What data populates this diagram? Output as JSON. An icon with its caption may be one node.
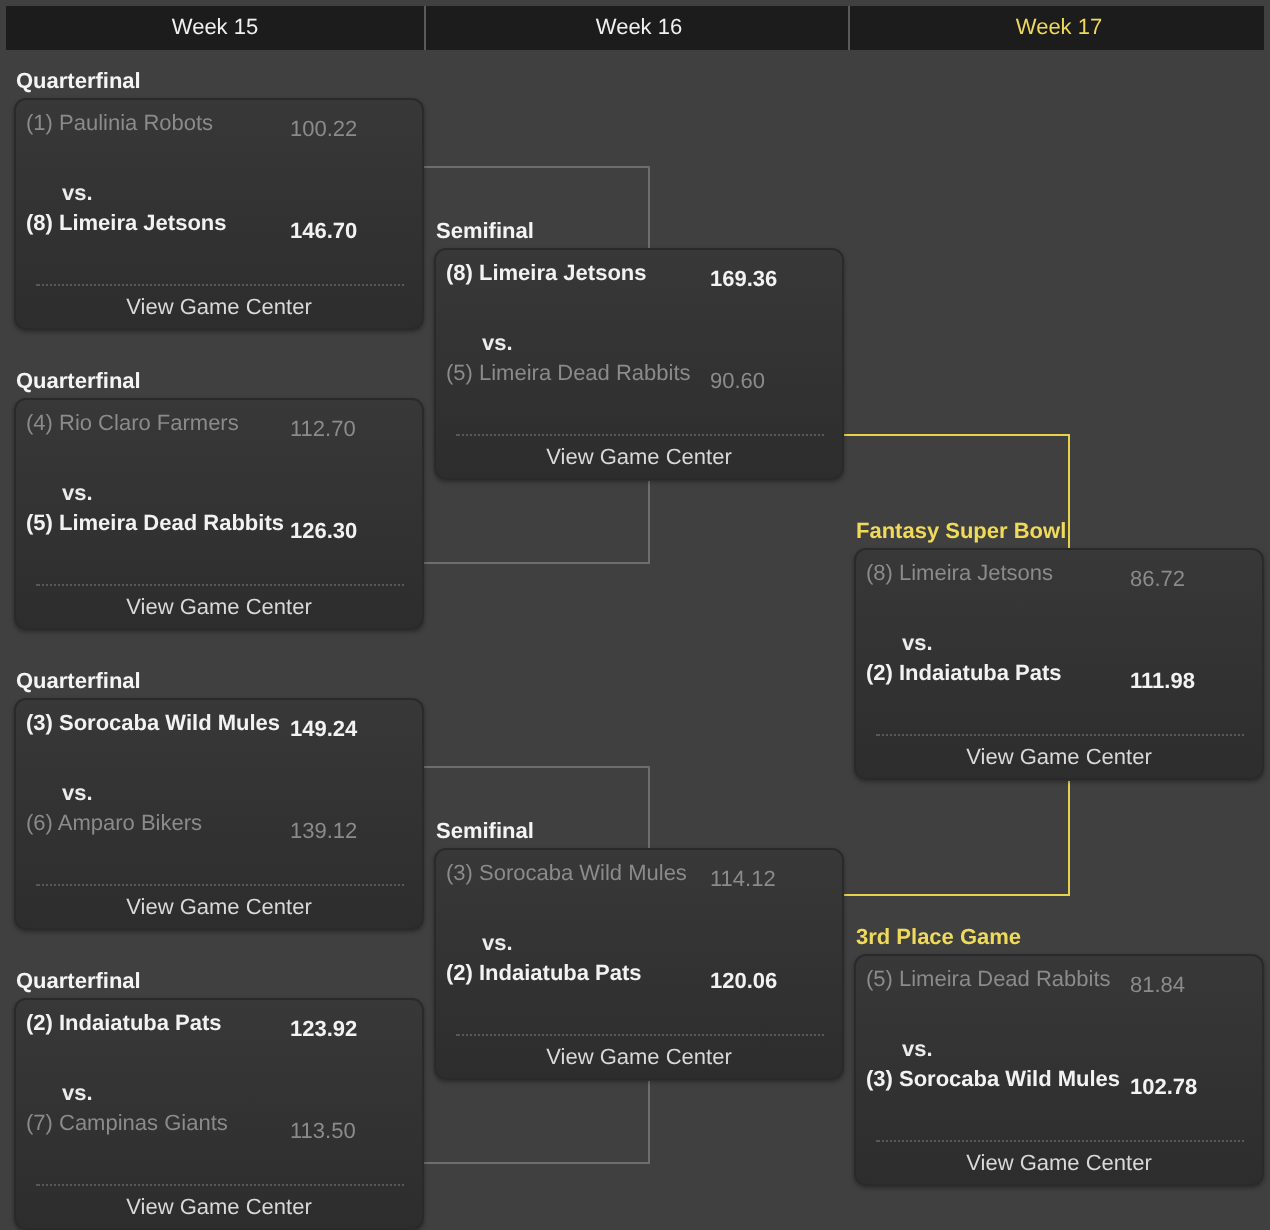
{
  "diagram": {
    "nodes": [
      {
        "text": [
          "Quarterfinal",
          "(1) Paulinia Robots",
          "100.22",
          "vs.",
          "(8) Limeira Jetsons",
          "146.70",
          "View Game Center"
        ]
      },
      {
        "text": [
          "Quarterfinal",
          "(4) Rio Claro Farmers",
          "112.70",
          "vs.",
          "(5) Limeira Dead Rabbits",
          "126.30",
          "View Game Center"
        ]
      },
      {
        "text": [
          "Quarterfinal",
          "(3) Sorocaba Wild Mules",
          "149.24",
          "vs.",
          "(6) Amparo Bikers",
          "139.12",
          "View Game Center"
        ]
      },
      {
        "text": [
          "Quarterfinal",
          "(2) Indaiatuba Pats",
          "123.92",
          "vs.",
          "(7) Campinas Giants",
          "113.50",
          "View Game Center"
        ]
      },
      {
        "text": [
          "Semifinal",
          "(8) Limeira Jetsons",
          "169.36",
          "vs.",
          "(5) Limeira Dead Rabbits",
          "90.60",
          "View Game Center"
        ]
      },
      {
        "text": [
          "Semifinal",
          "(3) Sorocaba Wild Mules",
          "114.12",
          "vs.",
          "(2) Indaiatuba Pats",
          "120.06",
          "View Game Center"
        ]
      },
      {
        "text": [
          "Fantasy Super Bowl",
          "(8) Limeira Jetsons",
          "86.72",
          "vs.",
          "(2) Indaiatuba Pats",
          "111.98",
          "View Game Center"
        ]
      },
      {
        "text": [
          "3rd Place Game",
          "(5) Limeira Dead Rabbits",
          "81.84",
          "vs.",
          "(3) Sorocaba Wild Mules",
          "102.78",
          "View Game Center"
        ]
      }
    ],
    "edges": [
      {
        "from": 0,
        "to": 4,
        "arrow": "none"
      },
      {
        "from": 1,
        "to": 4,
        "arrow": "none"
      },
      {
        "from": 2,
        "to": 5,
        "arrow": "none"
      },
      {
        "from": 3,
        "to": 5,
        "arrow": "none"
      },
      {
        "from": 4,
        "to": 6,
        "arrow": "none",
        "color": "#e6d24e"
      },
      {
        "from": 5,
        "to": 6,
        "arrow": "none",
        "color": "#e6d24e"
      }
    ],
    "labels": [
      "Week 15",
      "Week 16",
      "Week 17"
    ]
  }
}
